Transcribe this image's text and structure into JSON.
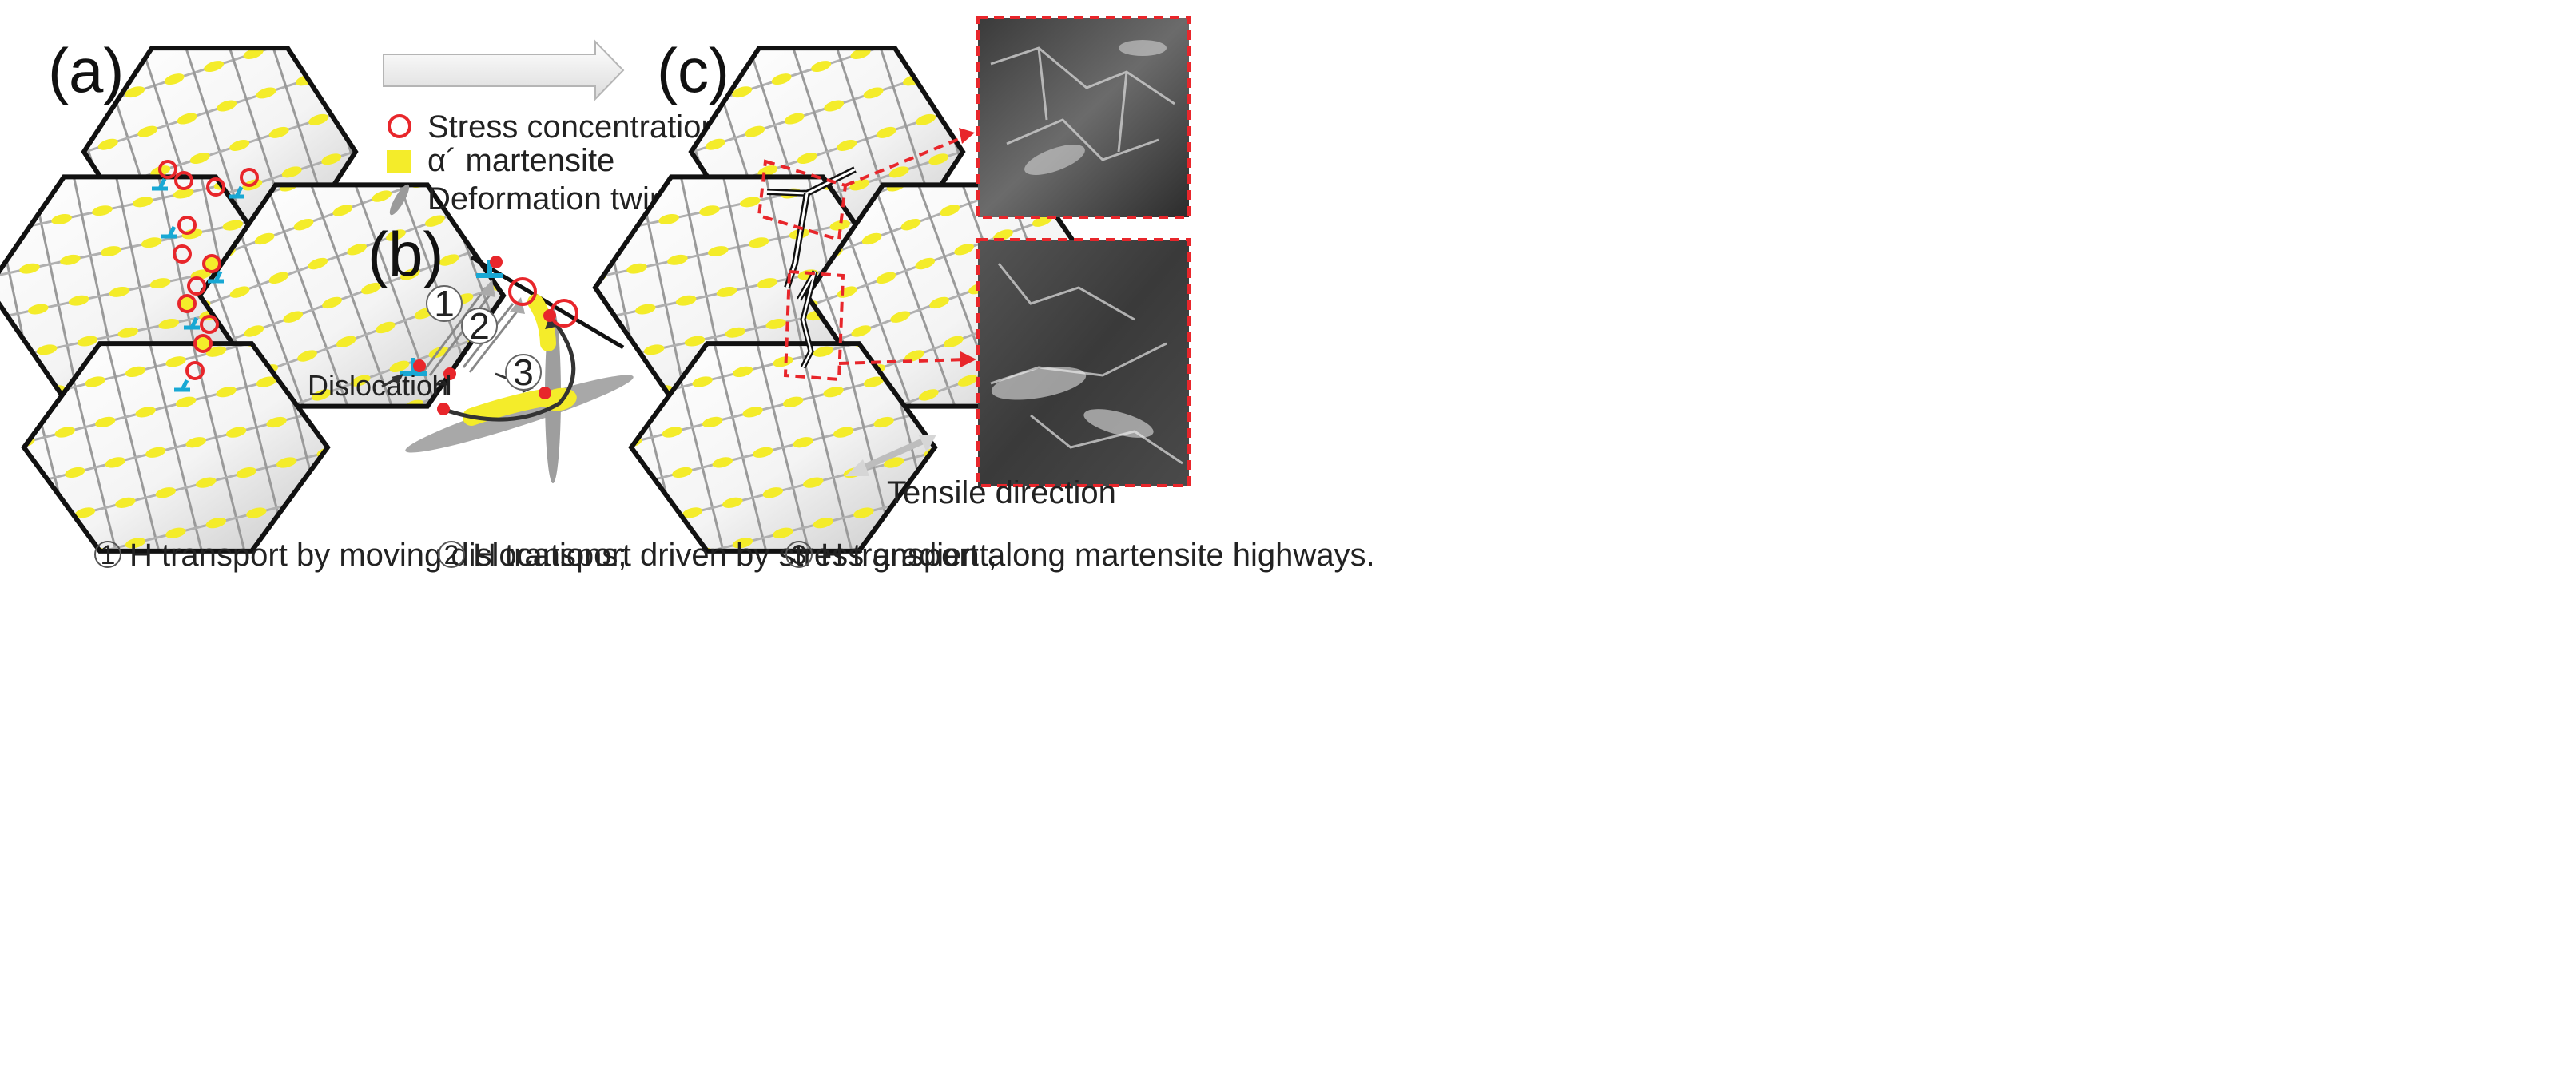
{
  "panels": {
    "a": "(a)",
    "b": "(b)",
    "c": "(c)"
  },
  "legend": {
    "stress": "Stress concentration",
    "martensite": "α´ martensite",
    "twins": "Deformation twins"
  },
  "panel_b": {
    "dislocation": "Dislocation",
    "hydrogen": "H",
    "step1": "1",
    "step2": "2",
    "step3": "3"
  },
  "tensile": "Tensile direction",
  "footer": [
    {
      "num": "1",
      "text": "H transport by moving dislocations;"
    },
    {
      "num": "2",
      "text": "H transport driven by stress gradient;"
    },
    {
      "num": "3",
      "text": "H transport along martensite highways."
    }
  ],
  "colors": {
    "stress": "#e8262b",
    "martensite": "#f4ec2a",
    "dislocation": "#19a8d4",
    "twin": "#9a9a9a",
    "grain_edge": "#111111"
  }
}
